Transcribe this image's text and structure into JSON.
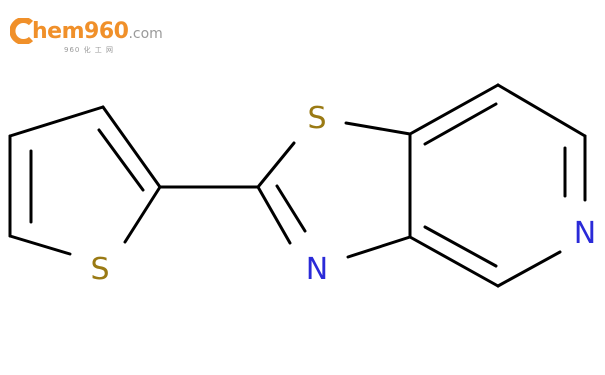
{
  "logo": {
    "main": "hem960",
    "suffix": ".com",
    "tagline": "960 化 工 网"
  },
  "molecule": {
    "atoms": {
      "S_thiazole": "S",
      "N_thiazole": "N",
      "N_pyridine": "N",
      "S_thiophene": "S"
    }
  },
  "colors": {
    "bond": "#000000",
    "sulfur": "#9a7a14",
    "nitrogen": "#2a2ad8",
    "logo_orange": "#f0902a",
    "logo_gray": "#9a9a9a"
  }
}
